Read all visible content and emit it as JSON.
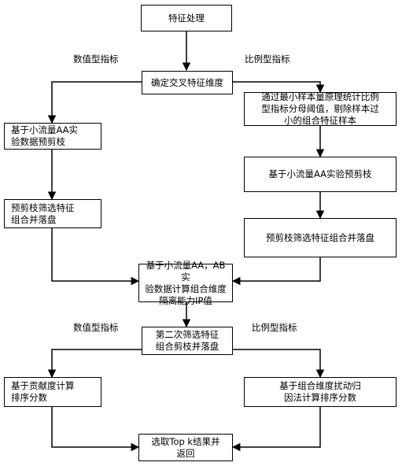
{
  "nodes": {
    "feature_processing": "特征处理",
    "determine_cross_dims": "确定交叉特征维度",
    "left_prune_aa": "基于小流量AA实\n验数据预剪枝",
    "right_threshold": "通过最小样本量原理统计比例\n型指标分母阈值，剔除样本过\n小的组合特征样本",
    "right_prune_aa": "基于小流量AA实验预剪枝",
    "left_prune_store": "预剪枝筛选特征\n组合并落盘",
    "right_prune_store": "预剪枝筛选特征组合并落盘",
    "compute_ip": "基于小流量AA，AB实\n验数据计算组合维度\n隔离能力IP值",
    "second_filter": "第二次筛选特征\n组合剪枝并落盘",
    "left_contribution": "基于贡献度计算\n排序分数",
    "right_attribution": "基于组合维度扰动归\n因法计算排序分数",
    "select_topk": "选取Top k结果并\n返回"
  },
  "labels": {
    "numeric_top": "数值型指标",
    "ratio_top": "比例型指标",
    "numeric_bottom": "数值型指标",
    "ratio_bottom": "比例型指标"
  }
}
